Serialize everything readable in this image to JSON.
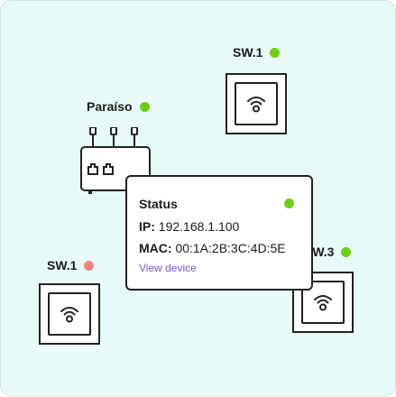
{
  "devices": [
    {
      "id": "sw1-top",
      "label": "SW.1",
      "status": "online"
    },
    {
      "id": "router",
      "label": "Paraíso",
      "status": "online"
    },
    {
      "id": "sw1-left",
      "label": "SW.1",
      "status": "offline"
    },
    {
      "id": "sw3",
      "label": "SW.3",
      "status": "online"
    }
  ],
  "tooltip": {
    "title": "Status",
    "ip_label": "IP:",
    "ip_value": "192.168.1.100",
    "mac_label": "MAC:",
    "mac_value": "00:1A:2B:3C:4D:5E",
    "link": "View device"
  },
  "colors": {
    "online": "#6bcf12",
    "offline": "#f08482",
    "link": "#7b52d6",
    "background": "#e8faf8"
  }
}
